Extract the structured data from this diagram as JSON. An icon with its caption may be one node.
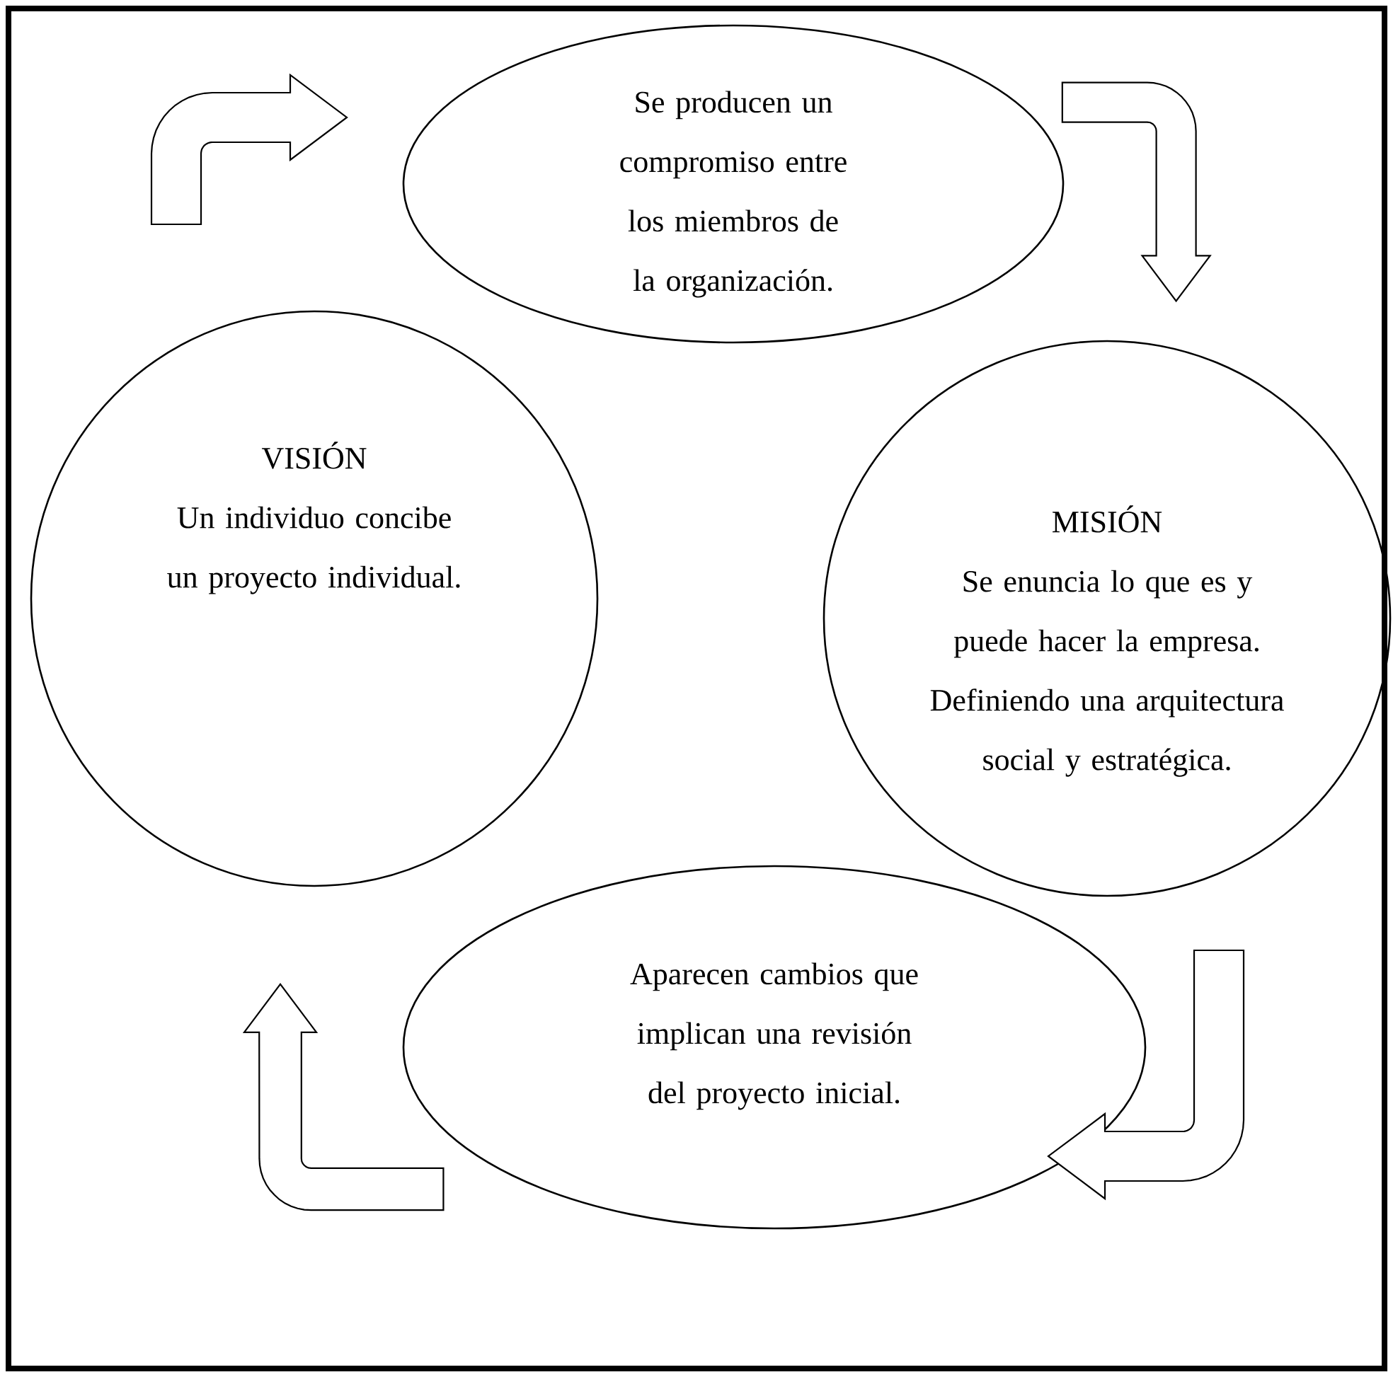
{
  "diagram": {
    "nodes": [
      {
        "text": [
          "Se producen un compromiso entre los miembros de la organización."
        ]
      },
      {
        "text": [
          "VISIÓN",
          "Un individuo concibe un proyecto individual."
        ]
      },
      {
        "text": [
          "MISIÓN",
          "Se enuncia lo que es y puede hacer la empresa. Definiendo una arquitectura social y estratégica."
        ]
      },
      {
        "text": [
          "Aparecen cambios que implican una revisión del proyecto inicial."
        ]
      }
    ],
    "edges": [
      {
        "from": 1,
        "to": 0,
        "arrow": "to"
      },
      {
        "from": 0,
        "to": 2,
        "arrow": "to"
      },
      {
        "from": 2,
        "to": 3,
        "arrow": "to"
      },
      {
        "from": 3,
        "to": 1,
        "arrow": "to"
      }
    ]
  }
}
